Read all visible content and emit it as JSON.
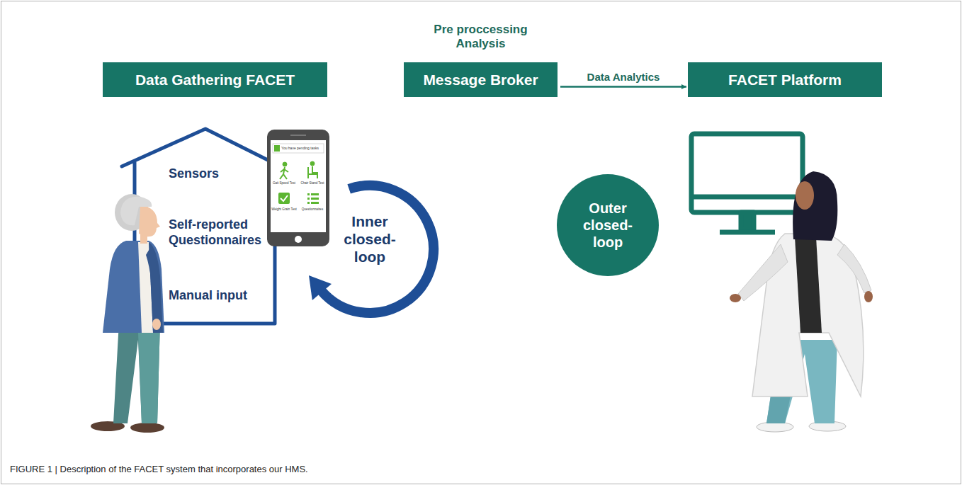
{
  "diagram": {
    "caption": "FIGURE 1 | Description of the FACET system that incorporates our HMS.",
    "nodes": [
      {
        "text": [
          "Data Gathering FACET"
        ]
      },
      {
        "text": [
          "Pre proccessing Analysis",
          "Message Broker"
        ]
      },
      {
        "text": [
          "FACET Platform"
        ]
      },
      {
        "text": [
          "Sensors",
          "Self-reported Questionnaires",
          "Manual input"
        ]
      },
      {
        "text": [
          "Outer closed-loop"
        ]
      }
    ],
    "edges": [
      {
        "from": 1,
        "to": 2,
        "label": "Data Analytics",
        "arrow": "to"
      }
    ],
    "labels": [
      "Inner closed-loop",
      "You have pending tasks",
      "Gait Speed Test",
      "Chair Stand Test",
      "Weight Grain Test",
      "Questionnaires"
    ]
  }
}
